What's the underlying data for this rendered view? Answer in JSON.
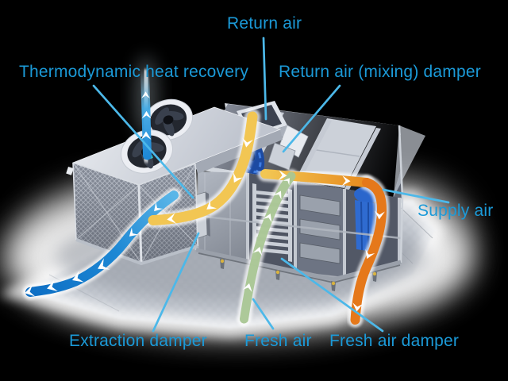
{
  "diagram": {
    "name": "Labeled cutaway diagram of a packaged air handling unit with thermodynamic heat recovery",
    "background": "#000000",
    "labels": {
      "return_air": "Return air",
      "thermodynamic_heat_recovery": "Thermodynamic heat recovery",
      "return_air_mixing_damper": "Return air (mixing) damper",
      "supply_air": "Supply air",
      "extraction_damper": "Extraction damper",
      "fresh_air": "Fresh air",
      "fresh_air_damper": "Fresh air damper"
    },
    "colors": {
      "label_text": "#1b9ad8",
      "callout_line": "#4cb8e9",
      "flow_return_air_yellow": "#f2c653",
      "flow_supply_air_orange": "#e5781a",
      "flow_fresh_air_green": "#a9c694",
      "flow_extract_air_blue": "#1b86d4",
      "unit_body_gray": "#cdd2da",
      "glow_white": "#ffffff"
    },
    "flows": [
      {
        "id": "extract-air-up-through-fans",
        "color": "#1b86d4"
      },
      {
        "id": "extract-air-out-bottom-left",
        "color": "#0d6ec4"
      },
      {
        "id": "return-air-descending",
        "color": "#f2c653"
      },
      {
        "id": "mixed-to-supply-air",
        "color": "#e5781a"
      },
      {
        "id": "fresh-air-rising",
        "color": "#a9c694"
      }
    ]
  }
}
